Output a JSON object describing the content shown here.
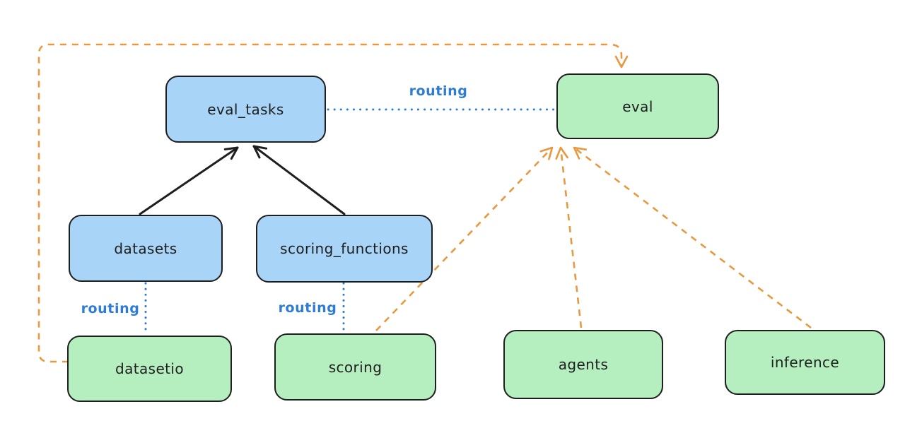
{
  "nodes": {
    "eval_tasks": {
      "label": "eval_tasks",
      "fill": "#a7d4f7",
      "color_group": "blue"
    },
    "eval": {
      "label": "eval",
      "fill": "#b5efbf",
      "color_group": "green"
    },
    "datasets": {
      "label": "datasets",
      "fill": "#a7d4f7",
      "color_group": "blue"
    },
    "scoring_functions": {
      "label": "scoring_functions",
      "fill": "#a7d4f7",
      "color_group": "blue"
    },
    "datasetio": {
      "label": "datasetio",
      "fill": "#b5efbf",
      "color_group": "green"
    },
    "scoring": {
      "label": "scoring",
      "fill": "#b5efbf",
      "color_group": "green"
    },
    "agents": {
      "label": "agents",
      "fill": "#b5efbf",
      "color_group": "green"
    },
    "inference": {
      "label": "inference",
      "fill": "#b5efbf",
      "color_group": "green"
    }
  },
  "edges": [
    {
      "from": "eval_tasks",
      "to": "eval",
      "label": "routing",
      "style": "dotted-blue"
    },
    {
      "from": "datasets",
      "to": "eval_tasks",
      "label": "",
      "style": "solid-black-arrow"
    },
    {
      "from": "scoring_functions",
      "to": "eval_tasks",
      "label": "",
      "style": "solid-black-arrow"
    },
    {
      "from": "datasets",
      "to": "datasetio",
      "label": "routing",
      "style": "dotted-blue"
    },
    {
      "from": "scoring_functions",
      "to": "scoring",
      "label": "routing",
      "style": "dotted-blue"
    },
    {
      "from": "datasetio",
      "to": "eval",
      "label": "",
      "style": "dashed-orange-arrow"
    },
    {
      "from": "scoring",
      "to": "eval",
      "label": "",
      "style": "dashed-orange-arrow"
    },
    {
      "from": "agents",
      "to": "eval",
      "label": "",
      "style": "dashed-orange-arrow"
    },
    {
      "from": "inference",
      "to": "eval",
      "label": "",
      "style": "dashed-orange-arrow"
    }
  ],
  "palette": {
    "node_border": "#1e1e1e",
    "node_blue_fill": "#a7d4f7",
    "node_green_fill": "#b5efbf",
    "routing_blue": "#2e7cd4",
    "arrow_black": "#1e1e1e",
    "arrow_orange": "#e8993f",
    "background": "#ffffff"
  }
}
